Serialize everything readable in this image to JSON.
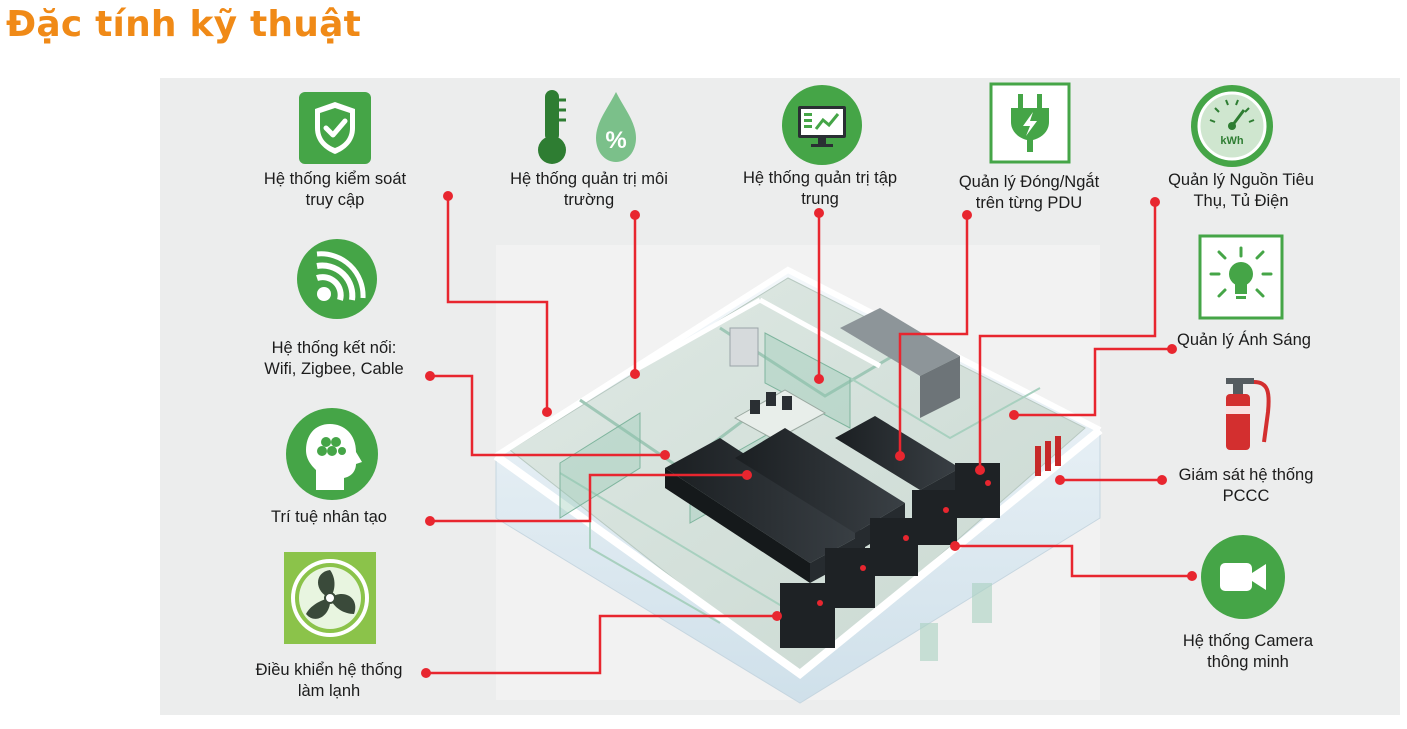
{
  "title": "Đặc tính kỹ thuật",
  "colors": {
    "title": "#f08a17",
    "connector": "#e8262f",
    "icon_green": "#45a547",
    "icon_dark_green": "#2e7d32",
    "panel_background": "#eceded"
  },
  "features": [
    {
      "id": "access-control",
      "icon": "shield-check-icon",
      "lines": [
        "Hệ thống kiểm soát",
        "truy cập"
      ]
    },
    {
      "id": "environment",
      "icon": "thermometer-humidity-icon",
      "lines": [
        "Hệ thống quản trị môi",
        "trường"
      ]
    },
    {
      "id": "central-management",
      "icon": "monitor-chart-icon",
      "lines": [
        "Hệ thống quản trị tập",
        "trung"
      ]
    },
    {
      "id": "pdu-switching",
      "icon": "power-plug-icon",
      "lines": [
        "Quản lý Đóng/Ngắt",
        "trên từng PDU"
      ]
    },
    {
      "id": "power-consumption",
      "icon": "kwh-meter-icon",
      "icon_text": "kWh",
      "lines": [
        "Quản lý Nguồn Tiêu",
        "Thụ, Tủ Điện"
      ]
    },
    {
      "id": "connectivity",
      "icon": "wifi-signal-icon",
      "lines": [
        "Hệ thống kết nối:",
        "Wifi, Zigbee, Cable"
      ]
    },
    {
      "id": "lighting",
      "icon": "light-bulb-icon",
      "lines": [
        "Quản lý Ánh Sáng"
      ]
    },
    {
      "id": "artificial-intelligence",
      "icon": "ai-head-icon",
      "lines": [
        "Trí tuệ nhân tạo"
      ]
    },
    {
      "id": "fire-monitoring",
      "icon": "fire-extinguisher-icon",
      "lines": [
        "Giám sát hệ thống",
        "PCCC"
      ]
    },
    {
      "id": "cooling-control",
      "icon": "fan-icon",
      "lines": [
        "Điều khiển hệ thống",
        "làm lạnh"
      ]
    },
    {
      "id": "camera",
      "icon": "video-camera-icon",
      "lines": [
        "Hệ thống Camera",
        "thông minh"
      ]
    }
  ]
}
